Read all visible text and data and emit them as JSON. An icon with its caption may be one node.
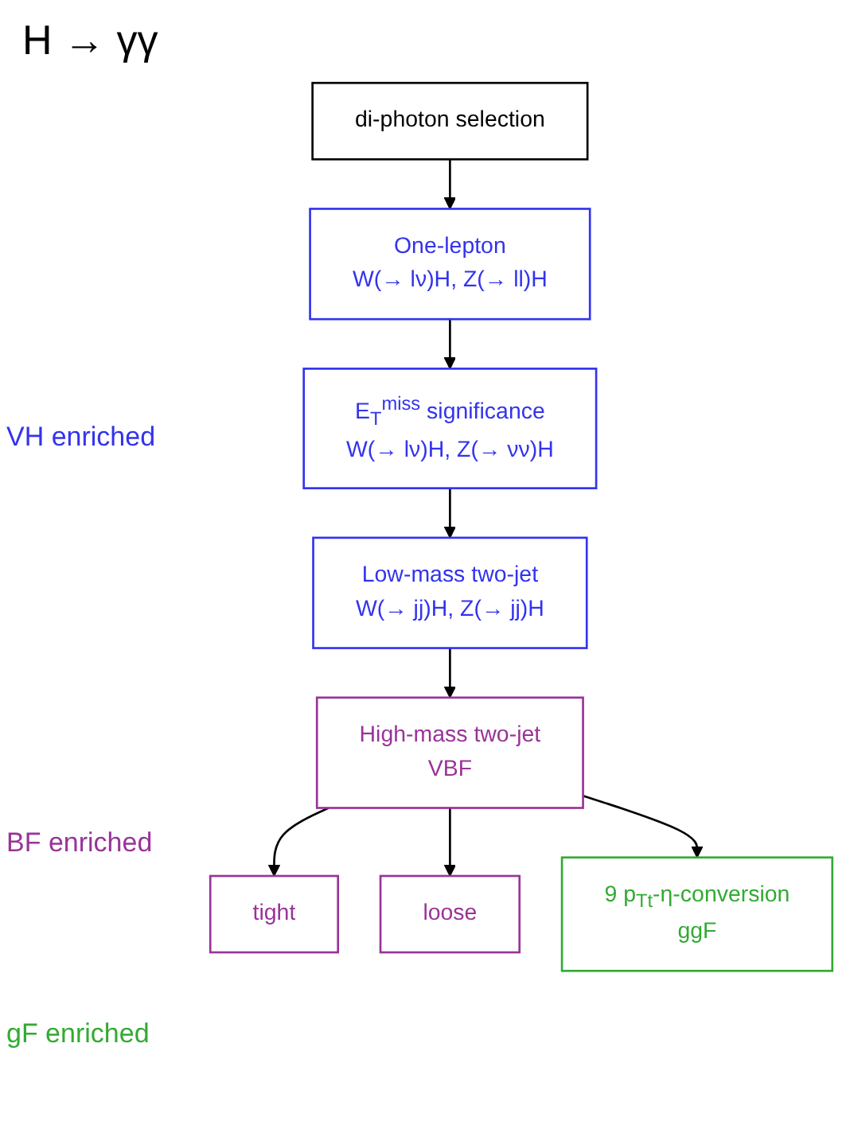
{
  "diagram": {
    "title": "H → γγ",
    "nodes": [
      {
        "text": [
          "di-photon selection"
        ]
      },
      {
        "text": [
          "One-lepton",
          "W(→ lν)H, Z(→ ll)H"
        ]
      },
      {
        "text": [
          "E$_{T}$$^{miss}$ significance",
          "W(→ lν)H, Z(→ νν)H"
        ]
      },
      {
        "text": [
          "Low-mass two-jet",
          "W(→ jj)H, Z(→ jj)H"
        ]
      },
      {
        "text": [
          "High-mass two-jet",
          "VBF"
        ]
      },
      {
        "text": [
          "tight"
        ]
      },
      {
        "text": [
          "loose"
        ]
      },
      {
        "text": [
          "9 p$_{Tt}$-η-conversion",
          "ggF"
        ]
      }
    ],
    "edges": [
      {
        "from": 0,
        "to": 1,
        "arrow": "to"
      },
      {
        "from": 1,
        "to": 2,
        "arrow": "to"
      },
      {
        "from": 2,
        "to": 3,
        "arrow": "to"
      },
      {
        "from": 3,
        "to": 4,
        "arrow": "to"
      },
      {
        "from": 4,
        "to": 5,
        "arrow": "to"
      },
      {
        "from": 4,
        "to": 6,
        "arrow": "to"
      },
      {
        "from": 4,
        "to": 7,
        "arrow": "to"
      }
    ],
    "labels": [
      "VH enriched",
      "BF enriched",
      "gF enriched"
    ]
  }
}
